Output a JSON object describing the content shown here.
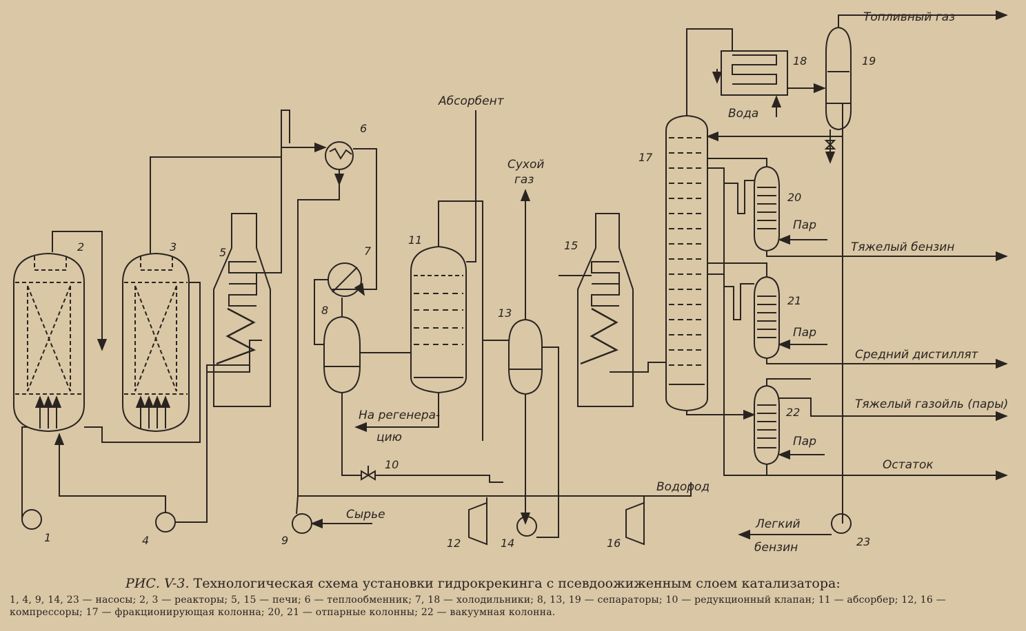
{
  "diagram": {
    "equipment_numbers": {
      "n1": "1",
      "n2": "2",
      "n3": "3",
      "n4": "4",
      "n5": "5",
      "n6": "6",
      "n7": "7",
      "n8": "8",
      "n9": "9",
      "n10": "10",
      "n11": "11",
      "n12": "12",
      "n13": "13",
      "n14": "14",
      "n15": "15",
      "n16": "16",
      "n17": "17",
      "n18": "18",
      "n19": "19",
      "n20": "20",
      "n21": "21",
      "n22": "22",
      "n23": "23"
    },
    "streams": {
      "absorbent": "Абсорбент",
      "dry_gas_1": "Сухой",
      "dry_gas_2": "газ",
      "to_regen_1": "На регенера-",
      "to_regen_2": "цию",
      "feed": "Сырье",
      "hydrogen": "Водород",
      "water": "Вода",
      "fuel_gas": "Топливный газ",
      "heavy_naphtha": "Тяжелый бензин",
      "middle_distillate": "Средний дистиллят",
      "heavy_gasoil": "Тяжелый газойль (пары)",
      "residue": "Остаток",
      "light_naphtha_1": "Легкий",
      "light_naphtha_2": "бензин",
      "steam_20": "Пар",
      "steam_21": "Пар",
      "steam_22": "Пар"
    }
  },
  "caption": {
    "figure_label": "РИС. V-3.",
    "title": "Технологическая схема установки гидрокрекинга с псевдоожиженным слоем катализатора:",
    "legend": "1, 4, 9, 14, 23 — насосы; 2, 3 — реакторы; 5, 15 — печи; 6 — теплообменник; 7, 18 — холодильники; 8, 13, 19 — сепараторы; 10 — редукционный клапан; 11 — абсорбер; 12, 16 — компрессоры; 17 — фракционирующая колонна; 20, 21 — отпарные колонны; 22 — вакуумная колонна."
  }
}
